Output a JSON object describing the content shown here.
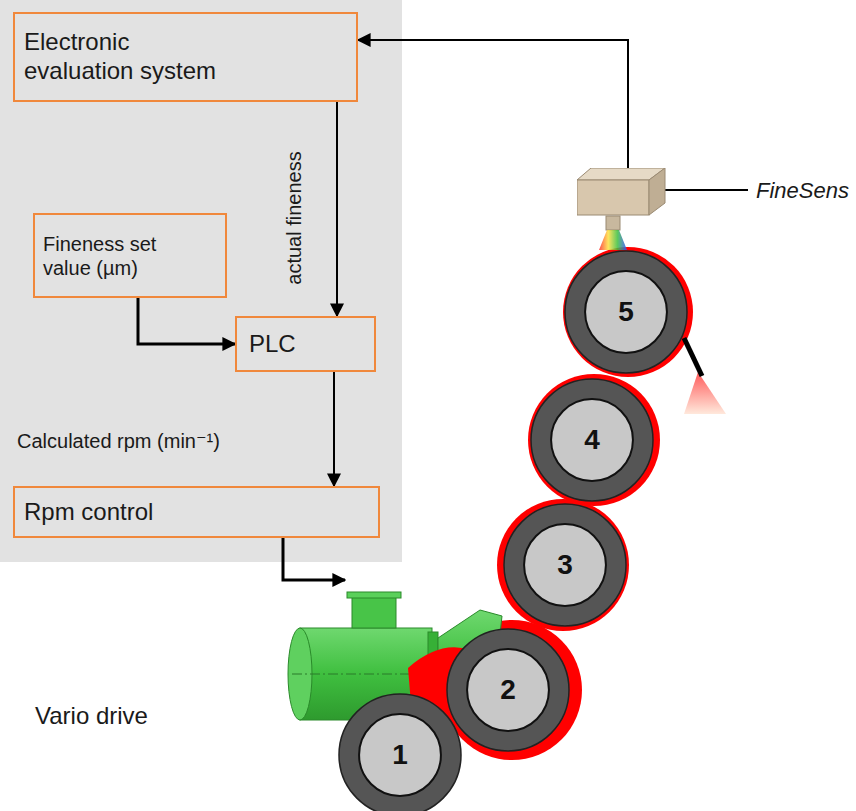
{
  "diagram": {
    "nodes": [
      {
        "text": [
          "Electronic evaluation system"
        ]
      },
      {
        "text": [
          "Fineness set value (µm)"
        ]
      },
      {
        "text": [
          "PLC"
        ]
      },
      {
        "text": [
          "Rpm control"
        ]
      },
      {
        "text": [
          "Vario drive"
        ]
      },
      {
        "text": [
          "FineSens"
        ]
      },
      {
        "text": [
          "1"
        ]
      },
      {
        "text": [
          "2"
        ]
      },
      {
        "text": [
          "3"
        ]
      },
      {
        "text": [
          "4"
        ]
      },
      {
        "text": [
          "5"
        ]
      }
    ],
    "edges": [
      {
        "from": 5,
        "to": 0,
        "arrow": "to"
      },
      {
        "from": 0,
        "to": 2,
        "label": "actual fineness",
        "arrow": "to"
      },
      {
        "from": 1,
        "to": 2,
        "arrow": "to"
      },
      {
        "from": 2,
        "to": 3,
        "label": "Calculated rpm (min⁻¹)",
        "arrow": "to"
      },
      {
        "from": 3,
        "to": 4,
        "arrow": "to"
      }
    ]
  }
}
